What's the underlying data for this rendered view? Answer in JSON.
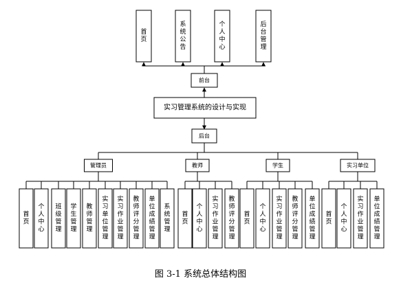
{
  "diagram": {
    "top_children": [
      "首页",
      "系统公告",
      "个人中心",
      "后台管理"
    ],
    "front": "前台",
    "root": "实习管理系统的设计与实现",
    "back": "后台",
    "roles": [
      {
        "name": "管理员",
        "children": [
          "首页",
          "个人中心",
          "班级管理",
          "学生管理",
          "教师管理",
          "实习单位管理",
          "实习作业管理",
          "教师评分管理",
          "单位成绩管理",
          "系统管理"
        ]
      },
      {
        "name": "教师",
        "children": [
          "首页",
          "个人中心",
          "实习作业管理",
          "教师评分管理"
        ]
      },
      {
        "name": "学生",
        "children": [
          "首页",
          "个人中心",
          "实习作业管理",
          "教师评分管理",
          "单位成绩管理"
        ]
      },
      {
        "name": "实习单位",
        "children": [
          "首页",
          "个人中心",
          "实习作业管理",
          "单位成绩管理"
        ]
      }
    ]
  },
  "caption": "图 3-1  系统总体结构图"
}
